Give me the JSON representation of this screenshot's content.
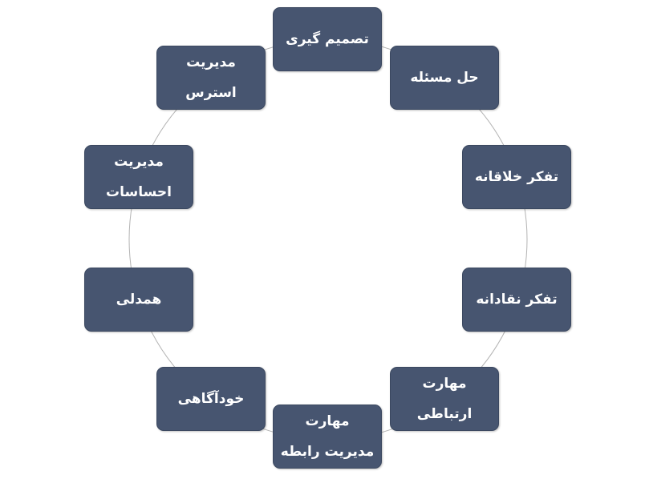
{
  "colors": {
    "node_fill": "#475570",
    "ring_line": "#b3b3b3",
    "text": "#ffffff"
  },
  "nodes": [
    {
      "label": "تصمیم گیری"
    },
    {
      "label": "حل مسئله"
    },
    {
      "label": "تفکر خلاقانه"
    },
    {
      "label": "تفکر نقادانه"
    },
    {
      "label": "مهارت\nارتباطی"
    },
    {
      "label": "مهارت\nمدیریت رابطه"
    },
    {
      "label": "خودآگاهی"
    },
    {
      "label": "همدلی"
    },
    {
      "label": "مدیریت\nاحساسات"
    },
    {
      "label": "مدیریت\nاسترس"
    }
  ]
}
